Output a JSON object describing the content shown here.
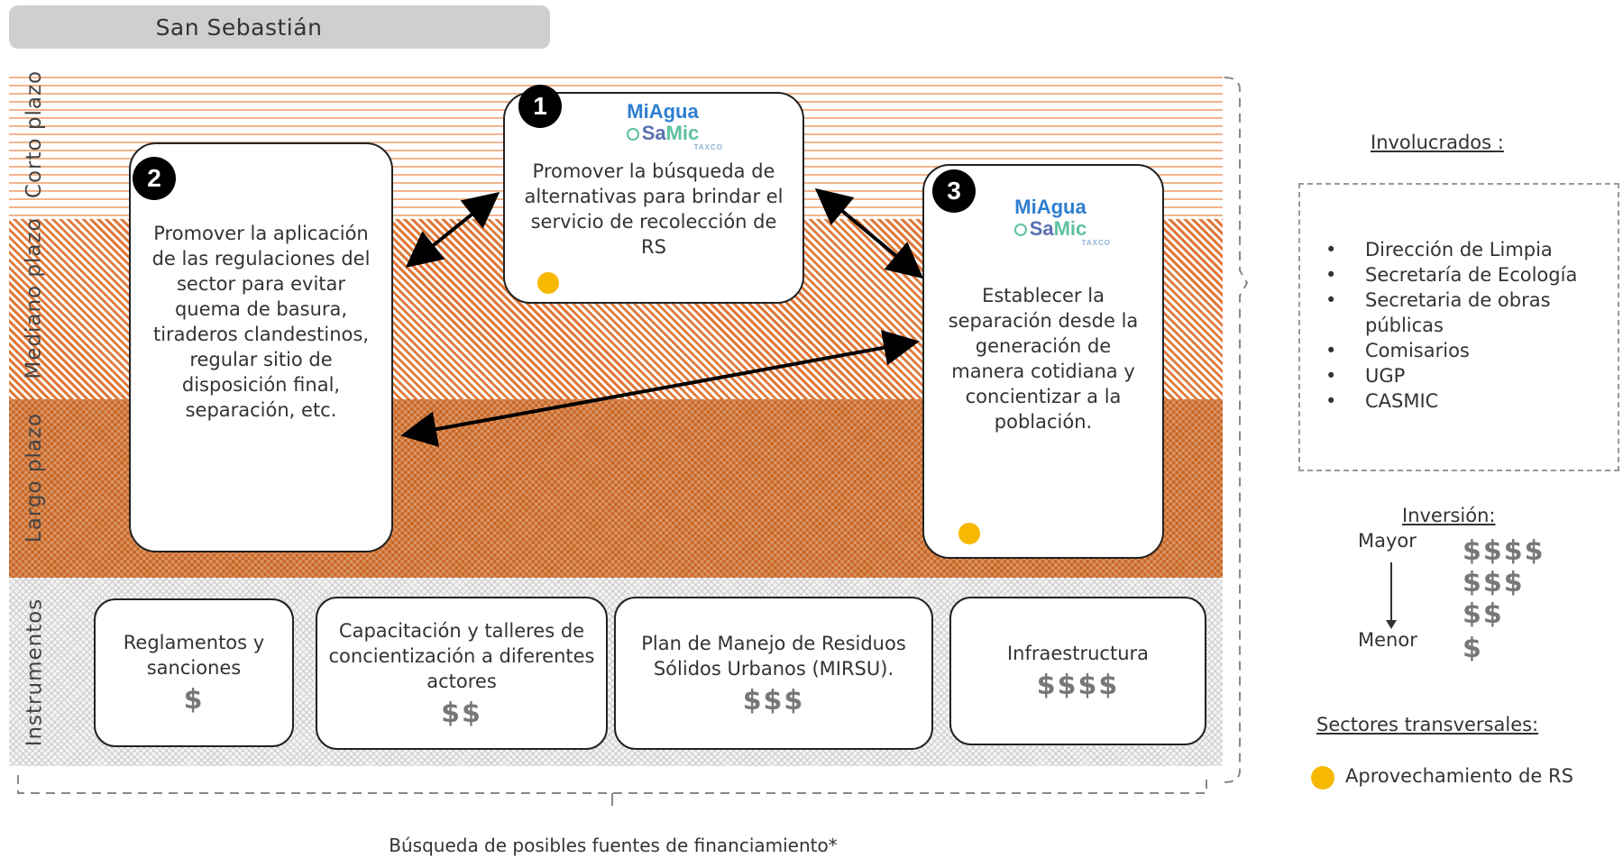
{
  "location": "San Sebastián",
  "rows": {
    "short": "Corto plazo",
    "medium": "Mediano plazo",
    "long": "Largo plazo",
    "instruments": "Instrumentos"
  },
  "logo": {
    "line1": "MiAgua",
    "line2a": "Sa",
    "line2b": "Mic",
    "line3": "TAXCO"
  },
  "actions": [
    {
      "number": "1",
      "text": "Promover la búsqueda de alternativas para brindar el servicio de recolección de RS"
    },
    {
      "number": "2",
      "text": "Promover la aplicación de las regulaciones del sector para evitar quema de basura, tiraderos clandestinos, regular sitio de disposición final, separación, etc."
    },
    {
      "number": "3",
      "text": "Establecer la separación desde la generación de manera cotidiana y concientizar a la población."
    }
  ],
  "instruments": [
    {
      "text": "Reglamentos y sanciones",
      "cost": "$"
    },
    {
      "text": "Capacitación y talleres de concientización a diferentes actores",
      "cost": "$$"
    },
    {
      "text": "Plan de Manejo de Residuos Sólidos Urbanos (MIRSU).",
      "cost": "$$$"
    },
    {
      "text": "Infraestructura",
      "cost": "$$$$"
    }
  ],
  "financing_note": "Búsqueda de posibles fuentes de financiamiento*",
  "involved": {
    "heading": "Involucrados :",
    "items": [
      "Dirección de Limpia",
      "Secretaría de Ecología",
      "Secretaria de obras públicas",
      "Comisarios",
      "UGP",
      "CASMIC"
    ]
  },
  "investment": {
    "heading": "Inversión:",
    "high": "Mayor",
    "low": "Menor",
    "levels": [
      "$$$$",
      "$$$",
      "$$",
      "$"
    ]
  },
  "transversal": {
    "heading": "Sectores transversales:",
    "item": "Aprovechamiento de RS",
    "color": "#f6b800"
  },
  "colors": {
    "short_band": "#f2b48c",
    "medium_band": "#e07a3b",
    "long_band": "#c8631f",
    "instrument_band": "#c9c9c9",
    "money": "#777777"
  }
}
